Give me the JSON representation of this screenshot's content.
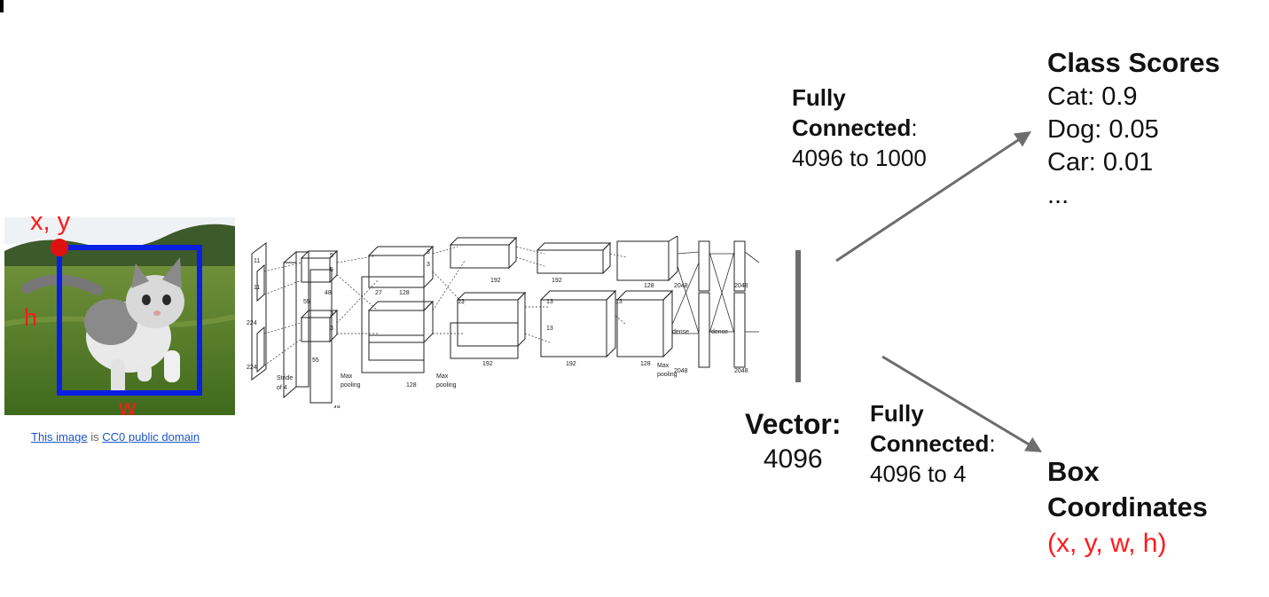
{
  "image_annotation": {
    "corner_label": "x, y",
    "height_label": "h",
    "width_label": "w",
    "annotation_color": "#ff1a1a",
    "box_color": "#0a1fe6"
  },
  "credit": {
    "link1": "This image",
    "middle": "is",
    "link2": "CC0 public domain"
  },
  "network": {
    "labels": [
      "224",
      "224",
      "11",
      "11",
      "5",
      "5",
      "3",
      "3",
      "3",
      "3",
      "27",
      "13",
      "13",
      "13",
      "13",
      "55",
      "55",
      "48",
      "48",
      "128",
      "128",
      "192",
      "192",
      "192",
      "192",
      "128",
      "128",
      "2048",
      "2048",
      "2048",
      "2048",
      "dense",
      "dense",
      "Stride",
      "of 4",
      "Max",
      "pooling",
      "Max",
      "pooling",
      "Max",
      "pooling"
    ]
  },
  "fc_top": {
    "bold": "Fully",
    "bold2": "Connected",
    "colon": ":",
    "detail": "4096 to 1000"
  },
  "fc_bottom": {
    "bold": "Fully",
    "bold2": "Connected",
    "colon": ":",
    "detail": "4096 to 4"
  },
  "vector": {
    "title": "Vector:",
    "value": "4096"
  },
  "class_scores": {
    "title": "Class Scores",
    "items": [
      "Cat: 0.9",
      "Dog: 0.05",
      "Car: 0.01",
      "..."
    ]
  },
  "box_coordinates": {
    "title1": "Box",
    "title2": "Coordinates",
    "value": "(x, y, w, h)",
    "value_color": "#ff1a1a"
  }
}
